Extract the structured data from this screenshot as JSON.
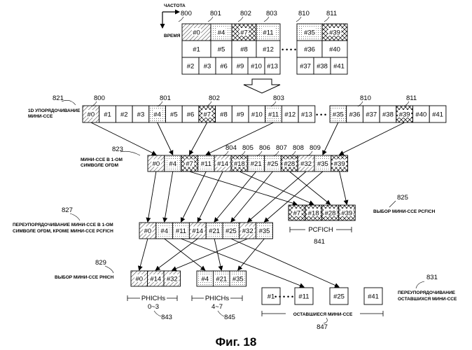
{
  "top_grid": {
    "axis_freq": "ЧАСТОТА",
    "axis_time": "ВРЕМЯ",
    "left_rows": [
      [
        "#0",
        "#4",
        "#7",
        "#11"
      ],
      [
        "#1",
        "#5",
        "#8",
        "#12"
      ],
      [
        "#2",
        "#3",
        "#6",
        "#9",
        "#10",
        "#13"
      ]
    ],
    "right_rows": [
      [
        "#35",
        "#39"
      ],
      [
        "#36",
        "#40"
      ],
      [
        "#37",
        "#38",
        "#41"
      ]
    ],
    "ellipsis": "• • • •",
    "refs": [
      "800",
      "801",
      "802",
      "803",
      "810",
      "811"
    ]
  },
  "row_1d": {
    "label_line1": "1D УПОРЯДОЧИВАНИЕ",
    "label_line2": "МИНИ-CCE",
    "ref": "821",
    "cells_a": [
      "#0",
      "#1",
      "#2",
      "#3",
      "#4",
      "#5",
      "#6",
      "#7",
      "#8",
      "#9",
      "#10",
      "#11",
      "#12",
      "#13"
    ],
    "cells_b": [
      "#35",
      "#36",
      "#37",
      "#38",
      "#39",
      "#40",
      "#41"
    ],
    "ellipsis": "• • •",
    "refs": [
      "800",
      "801",
      "802",
      "803",
      "810",
      "811"
    ]
  },
  "row_ofdm": {
    "label_line1": "МИНИ-CCE В 1-ОМ",
    "label_line2": "СИМВОЛЕ OFDM",
    "ref": "823",
    "cells": [
      "#0",
      "#4",
      "#7",
      "#11",
      "#14",
      "#18",
      "#21",
      "#25",
      "#28",
      "#32",
      "#35",
      "#39"
    ],
    "refs": [
      "804",
      "805",
      "806",
      "807",
      "808",
      "809"
    ]
  },
  "pcfich": {
    "cells": [
      "#7",
      "#18",
      "#28",
      "#39"
    ],
    "label": "PCFICH",
    "ref": "841",
    "side_label": "ВЫБОР МИНИ-CCE PCFICH",
    "side_ref": "825"
  },
  "row_reorder": {
    "label_line1": "ПЕРЕУПОРЯДОЧИВАНИЕ МИНИ-CCE В 1-ОМ",
    "label_line2": "СИМВОЛЕ OFDM, КРОМЕ МИНИ-CCE PCFICH",
    "ref": "827",
    "cells": [
      "#0",
      "#4",
      "#11",
      "#14",
      "#21",
      "#25",
      "#32",
      "#35"
    ]
  },
  "phich": {
    "side_label": "ВЫБОР МИНИ-CCE PHICH",
    "side_ref": "829",
    "group1": {
      "cells": [
        "#0",
        "#14",
        "#32"
      ],
      "label": "PHICHs",
      "range": "0~3",
      "ref": "843"
    },
    "group2": {
      "cells": [
        "#4",
        "#21",
        "#35"
      ],
      "label": "PHICHs",
      "range": "4~7",
      "ref": "845"
    }
  },
  "remaining": {
    "cells": [
      "#1",
      "#11",
      "#25",
      "#41"
    ],
    "ellipsis": "• • • • •",
    "label": "ОСТАВШИЕСЯ МИНИ-CCE",
    "ref": "847",
    "side_label_line1": "ПЕРЕУПОРЯДОЧИВАНИЕ",
    "side_label_line2": "ОСТАВШИХСЯ МИНИ-CCE",
    "side_ref": "831"
  },
  "figure_caption": "Фиг. 18"
}
